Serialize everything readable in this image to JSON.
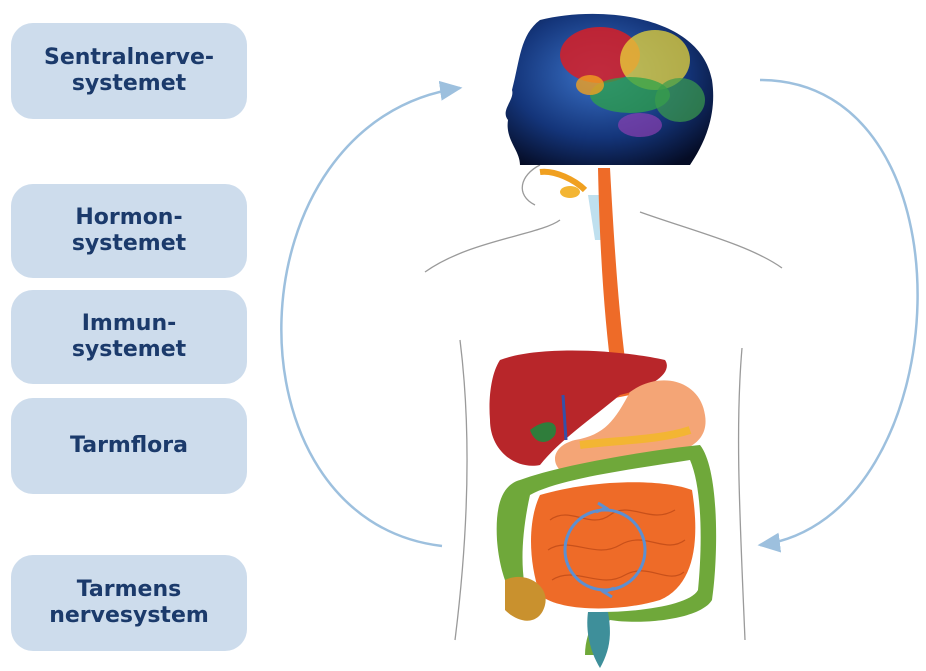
{
  "labels": [
    {
      "lines": [
        "Sentralnerve-",
        "systemet"
      ]
    },
    {
      "lines": [
        "Hormon-",
        "systemet"
      ]
    },
    {
      "lines": [
        "Immun-",
        "systemet"
      ]
    },
    {
      "lines": [
        "Tarmflora"
      ]
    },
    {
      "lines": [
        "Tarmens",
        "nervesystem"
      ]
    }
  ],
  "colors": {
    "box_fill": "#cddcec",
    "box_text": "#1b3a6b",
    "arrow": "#9dc0de"
  }
}
